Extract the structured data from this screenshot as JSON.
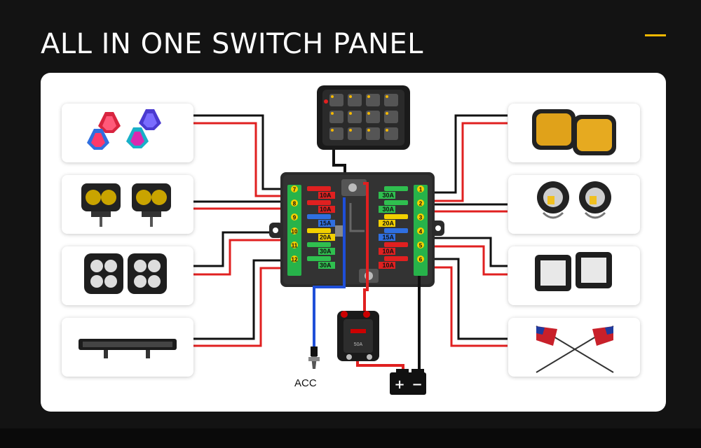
{
  "title": "ALL IN ONE SWITCH PANEL",
  "colors": {
    "background": "#131313",
    "panel": "#ffffff",
    "accent": "#f5b800",
    "wire_red": "#e02020",
    "wire_black": "#111111",
    "wire_blue": "#1f4fd8",
    "terminal_green": "#27b34a",
    "fuse_10a": "#e02020",
    "fuse_15a": "#2f6fe0",
    "fuse_20a": "#f2d000",
    "fuse_30a": "#2fbf4f"
  },
  "switch_panel_icon": "switch-keypad-icon",
  "left_devices": [
    {
      "name": "rgb-rock-lights",
      "icon": "rock-light-icon"
    },
    {
      "name": "yellow-pod-lights",
      "icon": "pod-light-icon"
    },
    {
      "name": "quad-led-pods",
      "icon": "pod-light-icon"
    },
    {
      "name": "led-light-bar",
      "icon": "light-bar-icon"
    }
  ],
  "right_devices": [
    {
      "name": "amber-work-lights",
      "icon": "work-light-icon"
    },
    {
      "name": "round-fog-lights",
      "icon": "fog-light-icon"
    },
    {
      "name": "cube-led-pods",
      "icon": "pod-light-icon"
    },
    {
      "name": "whip-flags",
      "icon": "flag-icon"
    }
  ],
  "fuse_box": {
    "left_terminals": [
      "7",
      "8",
      "9",
      "10",
      "11",
      "12"
    ],
    "right_terminals": [
      "1",
      "2",
      "3",
      "4",
      "5",
      "6"
    ],
    "left_fuses": [
      "10A",
      "10A",
      "15A",
      "20A",
      "30A",
      "30A"
    ],
    "right_fuses": [
      "30A",
      "30A",
      "20A",
      "15A",
      "10A",
      "10A"
    ]
  },
  "breaker": {
    "label": "50A",
    "icon": "circuit-breaker-icon"
  },
  "battery": {
    "plus": "+",
    "minus": "−",
    "icon": "battery-icon"
  },
  "acc_label": "ACC"
}
